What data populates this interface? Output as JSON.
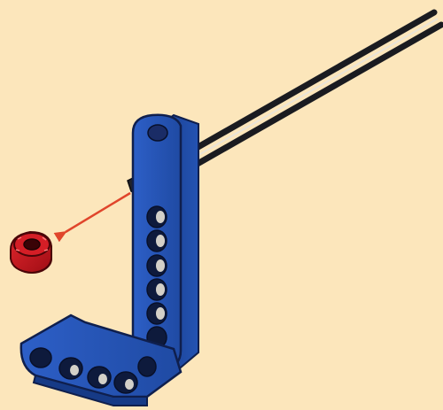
{
  "diagram": {
    "background_color": "#fce6bb",
    "parts": [
      {
        "name": "axle",
        "color": "#1c1d22"
      },
      {
        "name": "liftarm-L-shape",
        "color": "#2a57b9"
      },
      {
        "name": "bush",
        "color": "#c8171f"
      }
    ],
    "arrow": {
      "color": "#e0452b",
      "direction": "toward-bush"
    }
  }
}
